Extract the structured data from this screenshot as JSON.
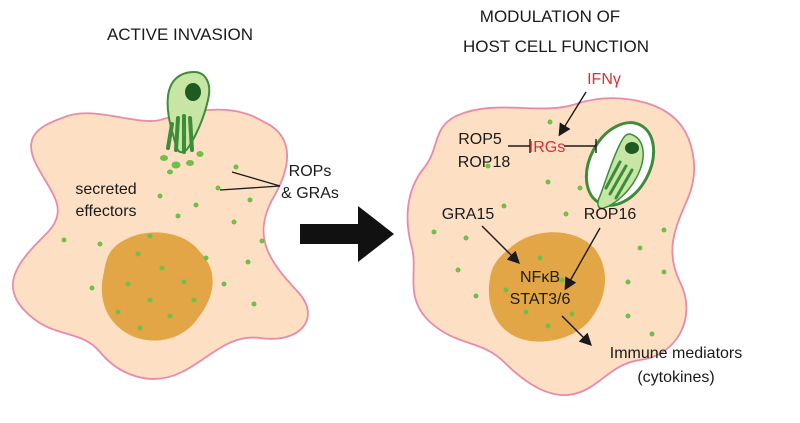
{
  "left_panel": {
    "title": "ACTIVE INVASION",
    "label_secreted_line1": "secreted",
    "label_secreted_line2": "effectors",
    "label_rops": "ROPs",
    "label_gras": "& GRAs"
  },
  "right_panel": {
    "title_line1": "MODULATION OF",
    "title_line2": "HOST CELL FUNCTION",
    "label_ifng": "IFNγ",
    "label_rop5": "ROP5",
    "label_rop18": "ROP18",
    "label_irgs": "IRGs",
    "label_gra15": "GRA15",
    "label_rop16": "ROP16",
    "label_nfkb": "NFκB",
    "label_stat": "STAT3/6",
    "label_immune": "Immune mediators",
    "label_cytokines": "(cytokines)"
  },
  "colors": {
    "cell_fill": "#fde0c4",
    "cell_border": "#e98aa8",
    "nucleus": "#e0a23f",
    "parasite_fill": "#c7e5a5",
    "parasite_dark": "#3e8c3a",
    "dot": "#6fbf4a",
    "highlight_red": "#d6303a",
    "text": "#1a1a1a"
  }
}
